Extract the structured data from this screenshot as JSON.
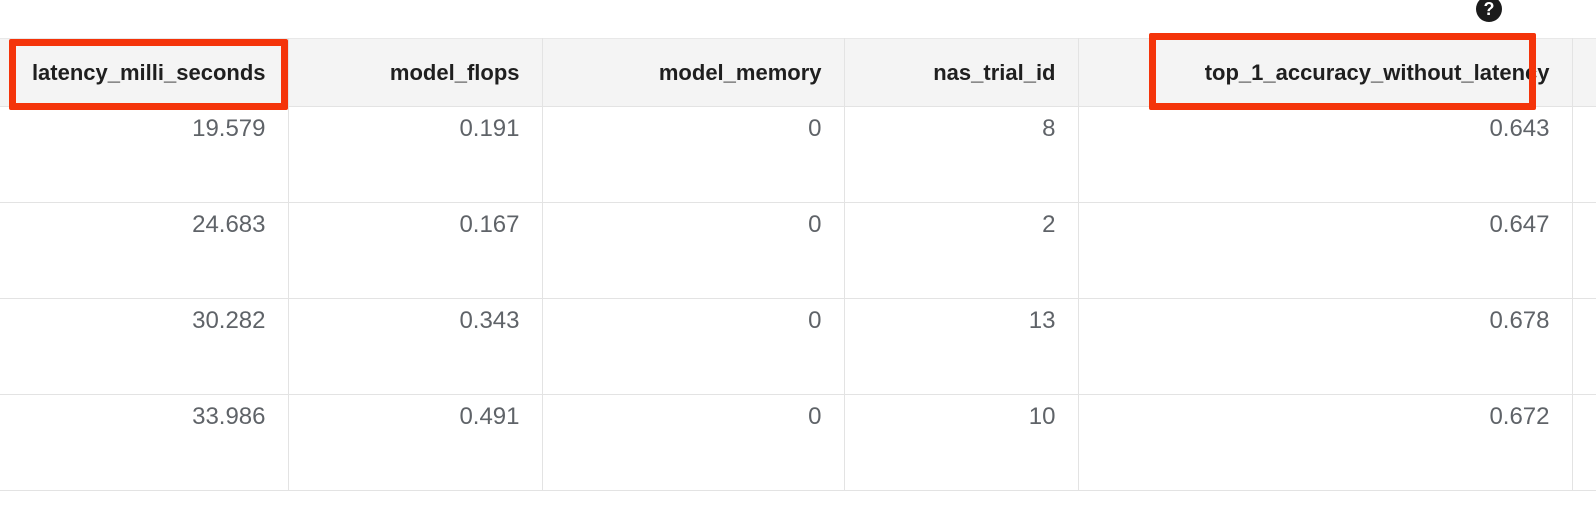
{
  "header_bar": {
    "help_icon": "help-circle-icon"
  },
  "table": {
    "columns": [
      {
        "key": "latency_milli_seconds",
        "label": "latency_milli_seconds",
        "highlighted": true
      },
      {
        "key": "model_flops",
        "label": "model_flops",
        "highlighted": false
      },
      {
        "key": "model_memory",
        "label": "model_memory",
        "highlighted": false
      },
      {
        "key": "nas_trial_id",
        "label": "nas_trial_id",
        "highlighted": false
      },
      {
        "key": "top_1_accuracy_without_latency",
        "label": "top_1_accuracy_without_latency",
        "highlighted": true
      },
      {
        "key": "next_column",
        "label": "",
        "highlighted": false
      }
    ],
    "rows": [
      {
        "latency_milli_seconds": "19.579",
        "model_flops": "0.191",
        "model_memory": "0",
        "nas_trial_id": "8",
        "top_1_accuracy_without_latency": "0.643",
        "next_column": ""
      },
      {
        "latency_milli_seconds": "24.683",
        "model_flops": "0.167",
        "model_memory": "0",
        "nas_trial_id": "2",
        "top_1_accuracy_without_latency": "0.647",
        "next_column": ""
      },
      {
        "latency_milli_seconds": "30.282",
        "model_flops": "0.343",
        "model_memory": "0",
        "nas_trial_id": "13",
        "top_1_accuracy_without_latency": "0.678",
        "next_column": ""
      },
      {
        "latency_milli_seconds": "33.986",
        "model_flops": "0.491",
        "model_memory": "0",
        "nas_trial_id": "10",
        "top_1_accuracy_without_latency": "0.672",
        "next_column": ""
      }
    ]
  },
  "annotations": [
    {
      "name": "highlight-latency-column-header",
      "color": "#f4340a"
    },
    {
      "name": "highlight-top-1-accuracy-column-header",
      "color": "#f4340a"
    }
  ],
  "colors": {
    "annotation": "#f4340a",
    "header_background": "#f4f4f4",
    "header_text": "#1f1f1f",
    "cell_text": "#5f6368",
    "grid_line": "#e3e3e3",
    "page_background": "#ffffff",
    "help_icon_background": "#1b1b1b"
  }
}
